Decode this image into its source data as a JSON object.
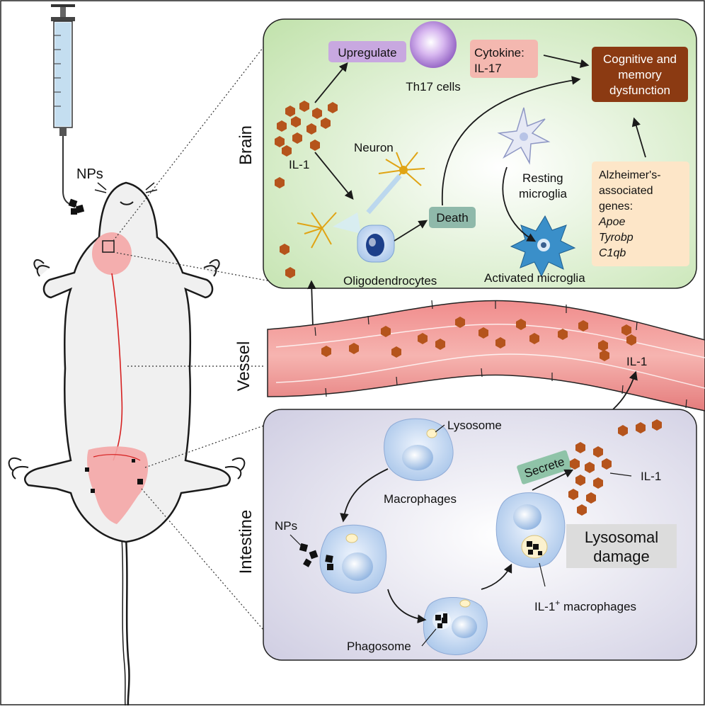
{
  "colors": {
    "brain_bg": "#d6ecc8",
    "intestine_bg": "#d9d8e8",
    "vessel": "#e88e8e",
    "il1_particle": "#b5541c",
    "upregulate_box": "#c8a8e0",
    "cytokine_box": "#f4b8b0",
    "death_box": "#8fb9aa",
    "outcome_box": "#8b3a12",
    "genes_box": "#fde6c8",
    "secrete_box": "#8fc3a8",
    "lysosomal_box": "#dcdcdc"
  },
  "labels": {
    "npsinj": "NPs",
    "brain": "Brain",
    "vessel": "Vessel",
    "intestine": "Intestine",
    "upregulate": "Upregulate",
    "th17": "Th17 cells",
    "cytokine_1": "Cytokine:",
    "cytokine_2": "IL-17",
    "outcome_1": "Cognitive and",
    "outcome_2": "memory",
    "outcome_3": "dysfunction",
    "il1_brain": "IL-1",
    "neuron": "Neuron",
    "death": "Death",
    "oligodendrocytes": "Oligodendrocytes",
    "resting_1": "Resting",
    "resting_2": "microglia",
    "activated": "Activated microglia",
    "genes_1": "Alzheimer's-",
    "genes_2": "associated",
    "genes_3": "genes:",
    "gene_a": "Apoe",
    "gene_b": "Tyrobp",
    "gene_c": "C1qb",
    "il1_vessel": "IL-1",
    "lysosome": "Lysosome",
    "macrophages": "Macrophages",
    "nps_int": "NPs",
    "phagosome": "Phagosome",
    "secrete": "Secrete",
    "il1_int": "IL-1",
    "lysosomal_1": "Lysosomal",
    "lysosomal_2": "damage",
    "il1_mac_prefix": "IL-1",
    "il1_mac_sup": "+",
    "il1_mac_suffix": " macrophages"
  },
  "icons": [
    "syringe-icon",
    "mouse-icon",
    "cell-icon",
    "microglia-icon",
    "neuron-icon",
    "particle-icon"
  ]
}
